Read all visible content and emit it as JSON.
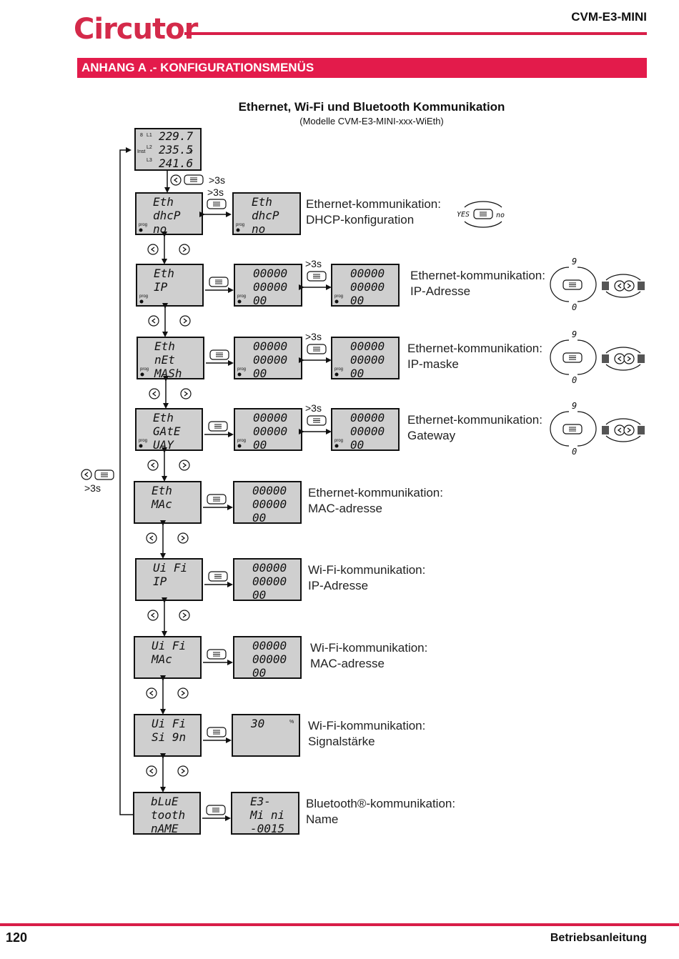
{
  "header": {
    "logo": "Circutor",
    "model": "CVM-E3-MINI"
  },
  "section": {
    "title": "ANHANG A .- KONFIGURATIONSMENÜS"
  },
  "diagram": {
    "title": "Ethernet, Wi-Fi und Bluetooth Kommunikation",
    "subtitle": "(Modelle CVM-E3-MINI-xxx-WiEth)",
    "long_press": ">3s",
    "top_display": {
      "l1": "229.7",
      "l2": "235.5",
      "l3": "241.6",
      "unit": "V",
      "tag1": "L1",
      "tag2": "L2",
      "tag3": "L3",
      "inst": "Inst"
    },
    "prog": "prog",
    "rows": [
      {
        "menu": [
          "Eth",
          "dhcP",
          "no"
        ],
        "edit": [
          "Eth",
          "dhcP",
          "no"
        ],
        "label1": "Ethernet-kommunikation:",
        "label2": "DHCP-konfiguration",
        "toggle": [
          "YES",
          "no"
        ]
      },
      {
        "menu": [
          "Eth",
          "IP",
          ""
        ],
        "edit": [
          "00000",
          "00000",
          "00"
        ],
        "edit2": [
          "00000",
          "00000",
          "00"
        ],
        "label1": "Ethernet-kommunikation:",
        "label2": "IP-Adresse",
        "digits": [
          "9",
          "0"
        ]
      },
      {
        "menu": [
          "Eth",
          "nEt",
          "MASh"
        ],
        "edit": [
          "00000",
          "00000",
          "00"
        ],
        "edit2": [
          "00000",
          "00000",
          "00"
        ],
        "label1": "Ethernet-kommunikation:",
        "label2": "IP-maske",
        "digits": [
          "9",
          "0"
        ]
      },
      {
        "menu": [
          "Eth",
          "GAtE",
          "UAY"
        ],
        "edit": [
          "00000",
          "00000",
          "00"
        ],
        "edit2": [
          "00000",
          "00000",
          "00"
        ],
        "label1": "Ethernet-kommunikation:",
        "label2": "Gateway",
        "digits": [
          "9",
          "0"
        ]
      },
      {
        "menu": [
          "Eth",
          "MAc",
          ""
        ],
        "edit": [
          "00000",
          "00000",
          "00"
        ],
        "label1": "Ethernet-kommunikation:",
        "label2": "MAC-adresse"
      },
      {
        "menu": [
          "Ui Fi",
          "IP",
          ""
        ],
        "edit": [
          "00000",
          "00000",
          "00"
        ],
        "label1": "Wi-Fi-kommunikation:",
        "label2": "IP-Adresse"
      },
      {
        "menu": [
          "Ui Fi",
          "MAc",
          ""
        ],
        "edit": [
          "00000",
          "00000",
          "00"
        ],
        "label1": "Wi-Fi-kommunikation:",
        "label2": "MAC-adresse"
      },
      {
        "menu": [
          "Ui Fi",
          "Si 9n",
          ""
        ],
        "edit": [
          "30",
          "",
          ""
        ],
        "edit_unit": "%",
        "label1": "Wi-Fi-kommunikation:",
        "label2": "Signalstärke"
      },
      {
        "menu": [
          "bLuE",
          "tooth",
          "nAME"
        ],
        "edit": [
          "E3-",
          "Mi ni",
          "-0015"
        ],
        "label1": "Bluetooth®-kommunikation:",
        "label2": "Name"
      }
    ]
  },
  "footer": {
    "page": "120",
    "manual": "Betriebsanleitung"
  }
}
